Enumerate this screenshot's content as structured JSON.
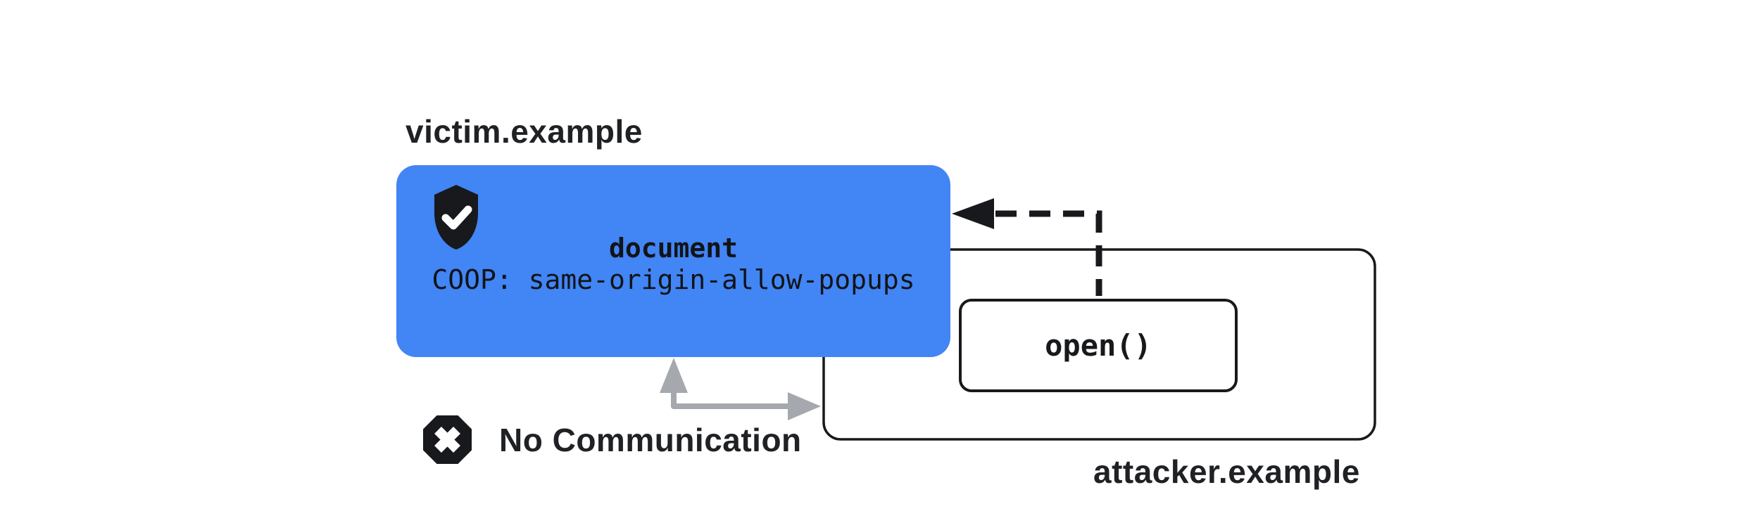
{
  "diagram": {
    "title_context": "COOP same-origin-allow-popups popup isolation",
    "victim": {
      "origin_label": "victim.example",
      "document_title": "document",
      "coop_header": "COOP: same-origin-allow-popups"
    },
    "attacker": {
      "origin_label": "attacker.example",
      "open_call": "open()"
    },
    "blocked": {
      "label": "No Communication"
    },
    "icons": {
      "shield": "shield-check-icon",
      "blocked": "octagon-x-icon",
      "opener_arrow": "dashed-opener-arrow",
      "blocked_arrow": "gray-elbow-arrow"
    },
    "colors": {
      "victim_blue": "#4285F4",
      "ink": "#17191c",
      "label_ink": "#1f2125",
      "blocked_gray": "#A5A8AC",
      "background": "#FFFFFF"
    }
  }
}
